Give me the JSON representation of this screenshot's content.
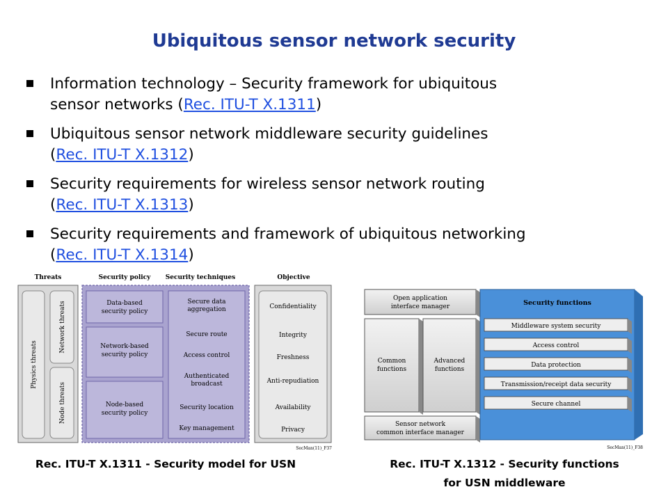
{
  "title": "Ubiquitous sensor network security",
  "bullets": [
    {
      "line1": "Information technology –  Security framework for ubiquitous",
      "pre": "sensor networks (",
      "link": "Rec. ITU-T X.1311",
      "post": ")"
    },
    {
      "line1": "Ubiquitous sensor network middleware security guidelines",
      "pre": "(",
      "link": "Rec. ITU-T X.1312",
      "post": ")"
    },
    {
      "line1": "Security requirements for wireless sensor network routing",
      "pre": "(",
      "link": "Rec. ITU-T X.1313",
      "post": ")"
    },
    {
      "line1": "Security requirements and framework of ubiquitous networking",
      "pre": "(",
      "link": "Rec. ITU-T X.1314",
      "post": ")"
    }
  ],
  "fig1": {
    "headers": {
      "threats": "Threats",
      "policy": "Security policy",
      "techniques": "Security techniques",
      "objective": "Objective"
    },
    "threats": {
      "physics": "Physics threats",
      "network": "Network threats",
      "node": "Node threats"
    },
    "policies": [
      "Data-based security policy",
      "Network-based security policy",
      "Node-based security policy"
    ],
    "techniques": [
      "Secure data aggregation",
      "Secure route",
      "Access control",
      "Authenticated broadcast",
      "Security location",
      "Key management"
    ],
    "objectives": [
      "Confidentiality",
      "Integrity",
      "Freshness",
      "Anti-repudiation",
      "Availability",
      "Privacy"
    ],
    "code": "SecMan(11)_F37",
    "colors": {
      "policy_fill": "#a9a3cf",
      "policy_box": "#bcb7db"
    }
  },
  "fig2": {
    "open_app": "Open application interface manager",
    "common": "Common functions",
    "advanced": "Advanced functions",
    "sensor": "Sensor network common interface manager",
    "security_title": "Security functions",
    "security_items": [
      "Middleware system security",
      "Access control",
      "Data protection",
      "Transmission/receipt data security",
      "Secure channel"
    ],
    "code": "SecMan(11)_F38",
    "colors": {
      "security_fill": "#4a90d9"
    }
  },
  "captions": {
    "fig1": "Rec. ITU-T X.1311 - Security model for USN",
    "fig2_line1": "Rec. ITU-T X.1312 - Security functions",
    "fig2_line2": "for USN middleware"
  }
}
